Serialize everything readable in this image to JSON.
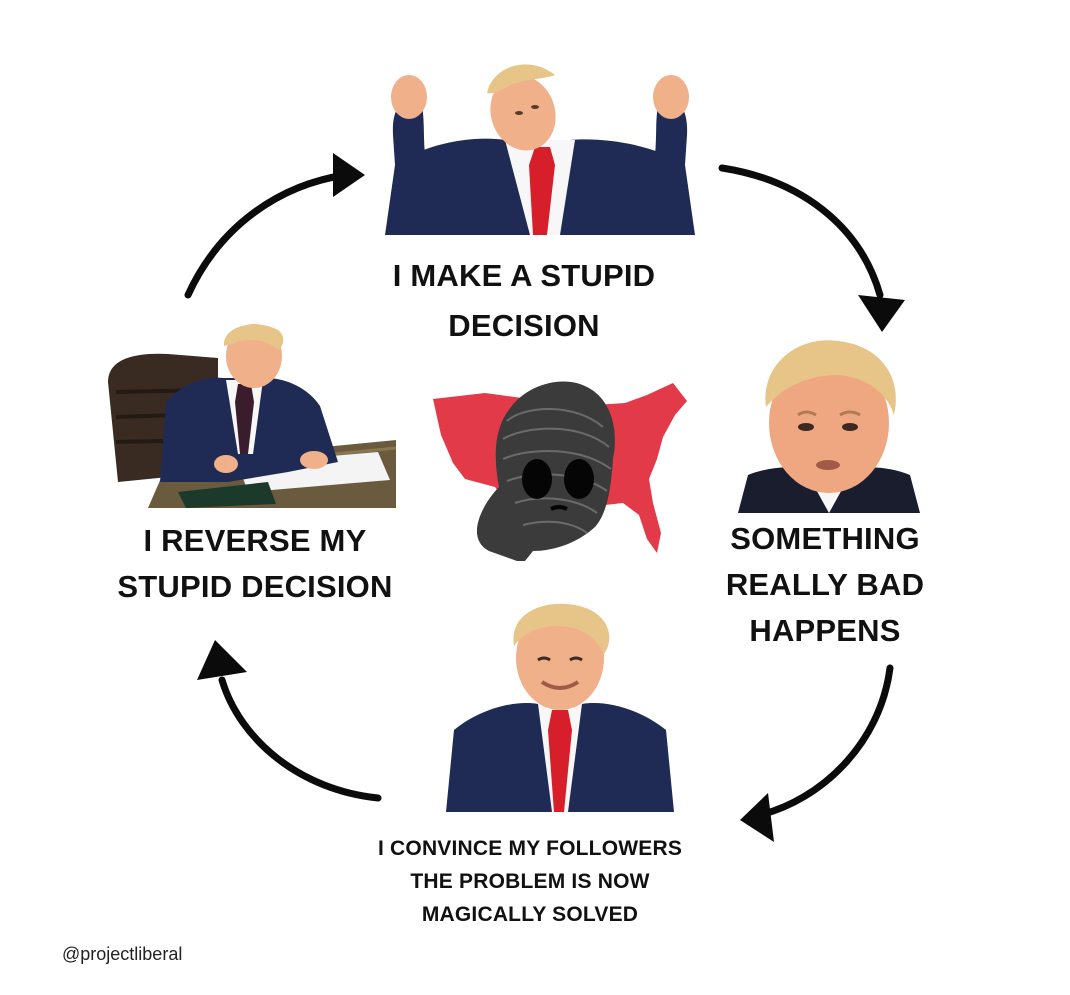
{
  "diagram": {
    "steps": [
      {
        "id": "make",
        "caption": "I MAKE A STUPID\nDECISION",
        "figure": "man-fists-raised-icon"
      },
      {
        "id": "bad",
        "caption": "SOMETHING\nREALLY BAD\nHAPPENS",
        "figure": "man-worried-face-icon"
      },
      {
        "id": "convince",
        "caption": "I CONVINCE MY FOLLOWERS\nTHE PROBLEM IS NOW\nMAGICALLY SOLVED",
        "figure": "man-smiling-icon"
      },
      {
        "id": "reverse",
        "caption": "I REVERSE MY\nSTUPID DECISION",
        "figure": "man-signing-desk-icon"
      }
    ],
    "center_figure": "wojak-over-us-map-icon",
    "handle": "@projectliberal",
    "colors": {
      "suit": "#1f2a55",
      "tie": "#d61f2b",
      "map": "#e23a49",
      "arrow": "#0b0b0b",
      "skin": "#f0b08a",
      "hair": "#e7c488"
    }
  }
}
